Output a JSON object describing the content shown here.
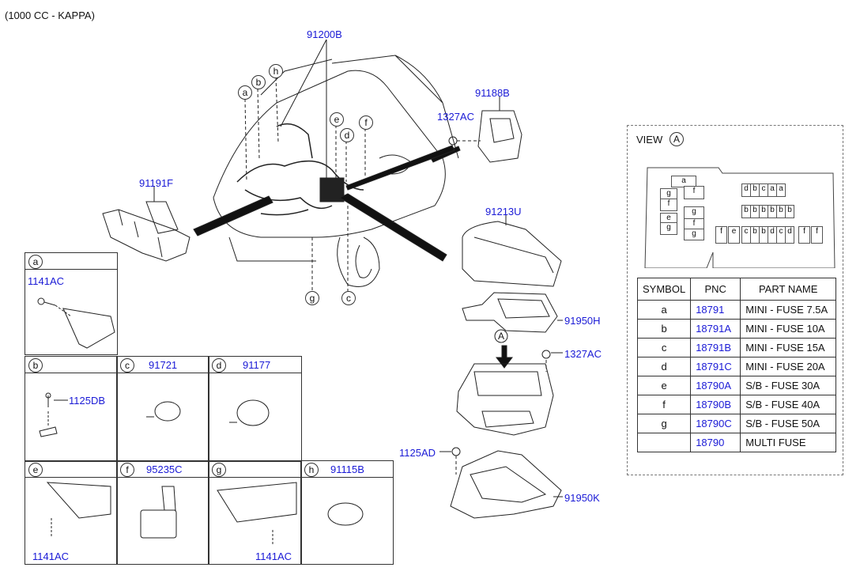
{
  "header": {
    "title": "(1000 CC - KAPPA)"
  },
  "main_labels": {
    "harness": "91200B",
    "relay_box": "91188B",
    "nut_top": "1327AC",
    "bracket": "91191F",
    "cover": "91213U",
    "fuse_block": "91950H",
    "nut_mid": "1327AC",
    "bolt": "1125AD",
    "lower_box": "91950K",
    "arrow_label": "A"
  },
  "callouts": [
    "a",
    "b",
    "h",
    "e",
    "d",
    "f",
    "g",
    "c"
  ],
  "cells": {
    "a": {
      "letter": "a",
      "code": "",
      "part": "1141AC"
    },
    "b": {
      "letter": "b",
      "code": "",
      "part": "1125DB"
    },
    "c": {
      "letter": "c",
      "code": "91721"
    },
    "d": {
      "letter": "d",
      "code": "91177"
    },
    "e": {
      "letter": "e",
      "code": "",
      "part": "1141AC"
    },
    "f": {
      "letter": "f",
      "code": "95235C"
    },
    "g": {
      "letter": "g",
      "code": "",
      "part": "1141AC"
    },
    "h": {
      "letter": "h",
      "code": "91115B"
    }
  },
  "view": {
    "title": "VIEW",
    "marker": "A",
    "fuse_letters": {
      "top_small": "a",
      "left_col": [
        "g",
        "f",
        "e",
        "g"
      ],
      "mid_col": [
        "f",
        "g",
        "f",
        "g"
      ],
      "row1": [
        "d",
        "b",
        "c",
        "a",
        "a"
      ],
      "row2": [
        "b",
        "b",
        "b",
        "b",
        "b",
        "b"
      ],
      "row3": [
        "f",
        "e",
        "c",
        "b",
        "b",
        "d",
        "c",
        "d",
        "f",
        "f"
      ]
    }
  },
  "symbol_table": {
    "headers": [
      "SYMBOL",
      "PNC",
      "PART NAME"
    ],
    "rows": [
      {
        "symbol": "a",
        "pnc": "18791",
        "name": "MINI - FUSE 7.5A"
      },
      {
        "symbol": "b",
        "pnc": "18791A",
        "name": "MINI - FUSE 10A"
      },
      {
        "symbol": "c",
        "pnc": "18791B",
        "name": "MINI - FUSE 15A"
      },
      {
        "symbol": "d",
        "pnc": "18791C",
        "name": "MINI - FUSE 20A"
      },
      {
        "symbol": "e",
        "pnc": "18790A",
        "name": "S/B - FUSE 30A"
      },
      {
        "symbol": "f",
        "pnc": "18790B",
        "name": "S/B - FUSE 40A"
      },
      {
        "symbol": "g",
        "pnc": "18790C",
        "name": "S/B - FUSE 50A"
      },
      {
        "symbol": "",
        "pnc": "18790",
        "name": "MULTI FUSE"
      }
    ]
  },
  "colors": {
    "link": "#1a1ad6",
    "line": "#333333",
    "drawing": "#222222"
  }
}
